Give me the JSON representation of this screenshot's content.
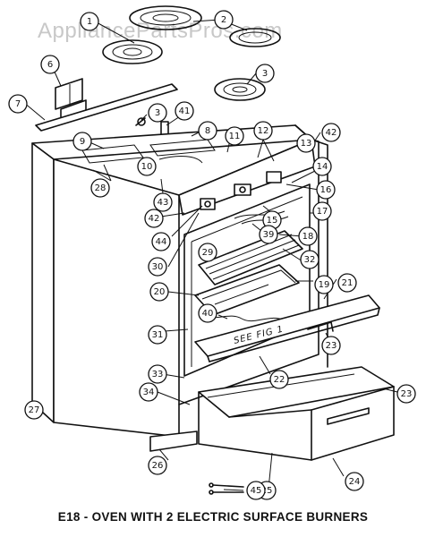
{
  "watermark": "AppliancePartsPros.com",
  "caption": "E18 - OVEN WITH 2 ELECTRIC SURFACE BURNERS",
  "note": "SEE FIG 1",
  "callouts": [
    "1",
    "2",
    "3",
    "6",
    "7",
    "3",
    "41",
    "8",
    "11",
    "12",
    "13",
    "42",
    "9",
    "10",
    "28",
    "43",
    "14",
    "16",
    "42",
    "44",
    "15",
    "17",
    "39",
    "18",
    "30",
    "29",
    "32",
    "20",
    "19",
    "21",
    "40",
    "31",
    "23",
    "22",
    "33",
    "34",
    "23",
    "27",
    "26",
    "25",
    "45",
    "24"
  ]
}
